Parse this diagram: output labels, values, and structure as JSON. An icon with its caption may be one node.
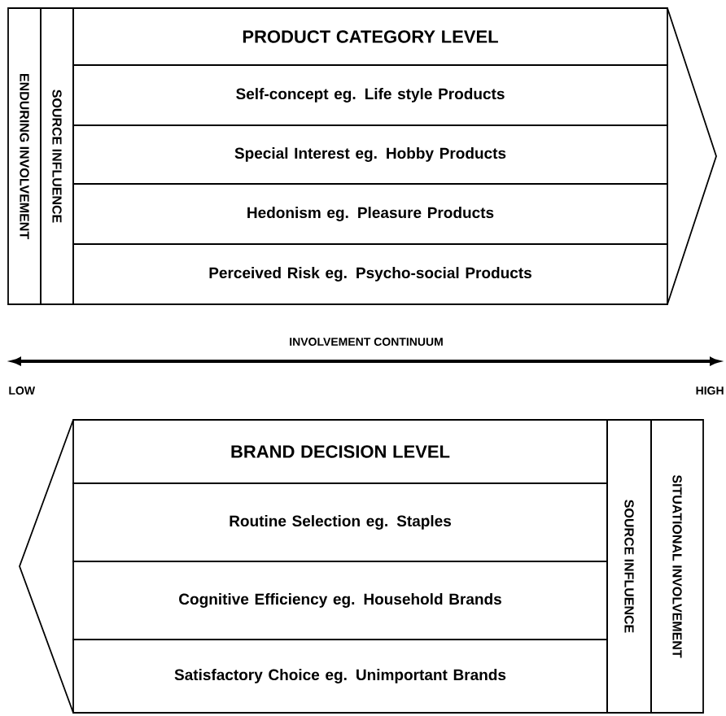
{
  "diagram": {
    "nodes": [
      {
        "text": [
          "ENDURING INVOLVEMENT"
        ]
      },
      {
        "text": [
          "SOURCE INFLUENCE"
        ]
      },
      {
        "text": [
          "PRODUCT CATEGORY LEVEL"
        ]
      },
      {
        "text": [
          "Self-concept eg. Life style Products"
        ]
      },
      {
        "text": [
          "Special Interest eg. Hobby Products"
        ]
      },
      {
        "text": [
          "Hedonism eg. Pleasure Products"
        ]
      },
      {
        "text": [
          "Perceived Risk eg. Psycho-social Products"
        ]
      },
      {
        "text": [
          "BRAND DECISION LEVEL"
        ]
      },
      {
        "text": [
          "Routine Selection eg. Staples"
        ]
      },
      {
        "text": [
          "Cognitive Efficiency eg. Household Brands"
        ]
      },
      {
        "text": [
          "Satisfactory Choice eg. Unimportant Brands"
        ]
      },
      {
        "text": [
          "SOURCE INFLUENCE"
        ]
      },
      {
        "text": [
          "SITUATIONAL INVOLVEMENT"
        ]
      }
    ],
    "labels": [
      "INVOLVEMENT CONTINUUM",
      "LOW",
      "HIGH"
    ]
  }
}
